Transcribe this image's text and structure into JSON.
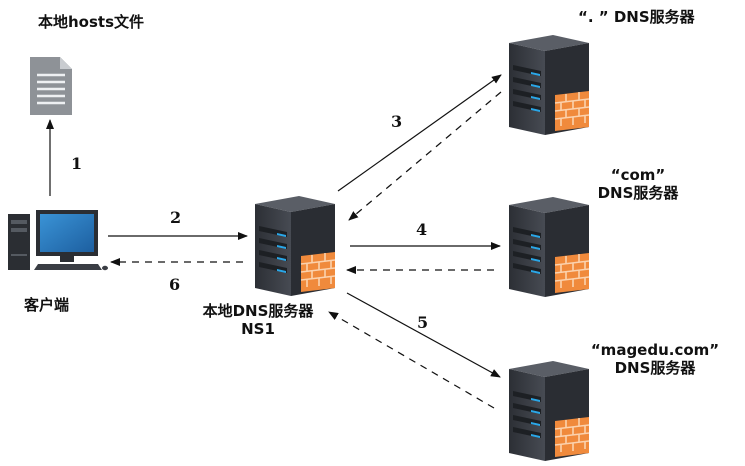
{
  "labels": {
    "hosts_file": "本地hosts文件",
    "client": "客户端",
    "local_dns_line1": "本地DNS服务器",
    "local_dns_line2": "NS1",
    "root_dns": "“. ” DNS服务器",
    "com_dns_line1": "“com”",
    "com_dns_line2": "DNS服务器",
    "magedu_dns_line1": "“magedu.com”",
    "magedu_dns_line2": "DNS服务器"
  },
  "steps": [
    "1",
    "2",
    "3",
    "4",
    "5",
    "6"
  ],
  "icons": {
    "document": "document-icon",
    "computer": "desktop-computer-icon",
    "server": "server-firewall-icon"
  },
  "colors": {
    "server_body": "#3a3d44",
    "server_dark": "#22252a",
    "led_blue": "#2aa7e8",
    "firewall": "#f08a3c",
    "doc_gray": "#9a9ea3",
    "monitor_blue": "#2c7fc4"
  }
}
